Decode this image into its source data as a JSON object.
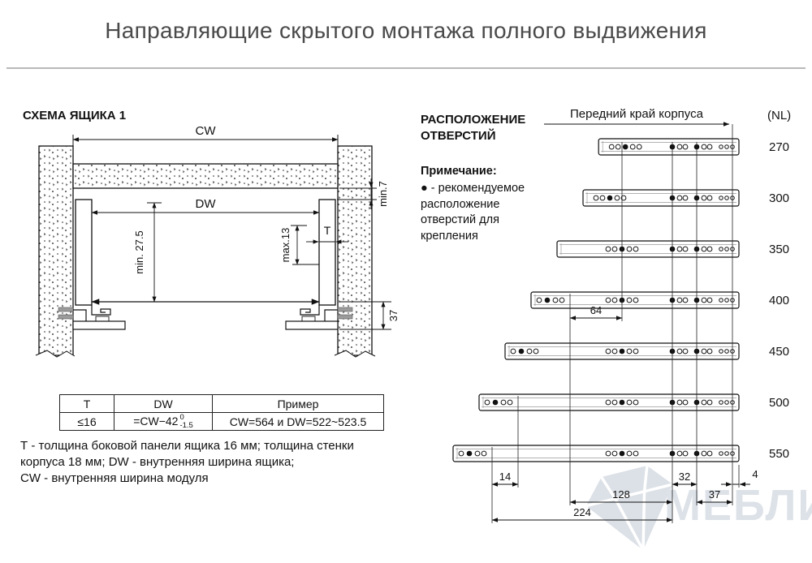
{
  "title": "Направляющие скрытого монтажа полного выдвижения",
  "left_panel": {
    "heading": "СХЕМА ЯЩИКА 1",
    "dims": {
      "cw": "CW",
      "dw": "DW",
      "t": "T",
      "min7": "min.7",
      "min275": "min. 27.5",
      "max13": "max.13",
      "d37": "37"
    },
    "table": {
      "headers": [
        "T",
        "DW",
        "Пример"
      ],
      "row": {
        "t": "≤16",
        "dw": "=CW−42",
        "tol_top": "0",
        "tol_bottom": "-1.5",
        "example": "CW=564  и  DW=522~523.5"
      }
    },
    "notes": [
      "Т - толщина боковой панели ящика 16 мм; толщина стенки корпуса 18 мм; DW - внутренняя ширина ящика;",
      "CW - внутренняя ширина модуля"
    ]
  },
  "right_panel": {
    "heading_line1": "РАСПОЛОЖЕНИЕ",
    "heading_line2": "ОТВЕРСТИЙ",
    "note_title": "Примечание:",
    "note_text": "● - рекомендуемое расположение отверстий для крепления",
    "front_edge_label": "Передний край корпуса",
    "nl_label": "(NL)",
    "rail_lengths": [
      270,
      300,
      350,
      400,
      450,
      500,
      550
    ],
    "dims": {
      "d64": "64",
      "d14": "14",
      "d32": "32",
      "d4": "4",
      "d128": "128",
      "d37": "37",
      "d224": "224"
    }
  },
  "watermark": {
    "text": "МЕБЛИСТ"
  },
  "colors": {
    "line": "#111111",
    "title": "#4a4a4a",
    "watermark": "#dde2e8"
  }
}
